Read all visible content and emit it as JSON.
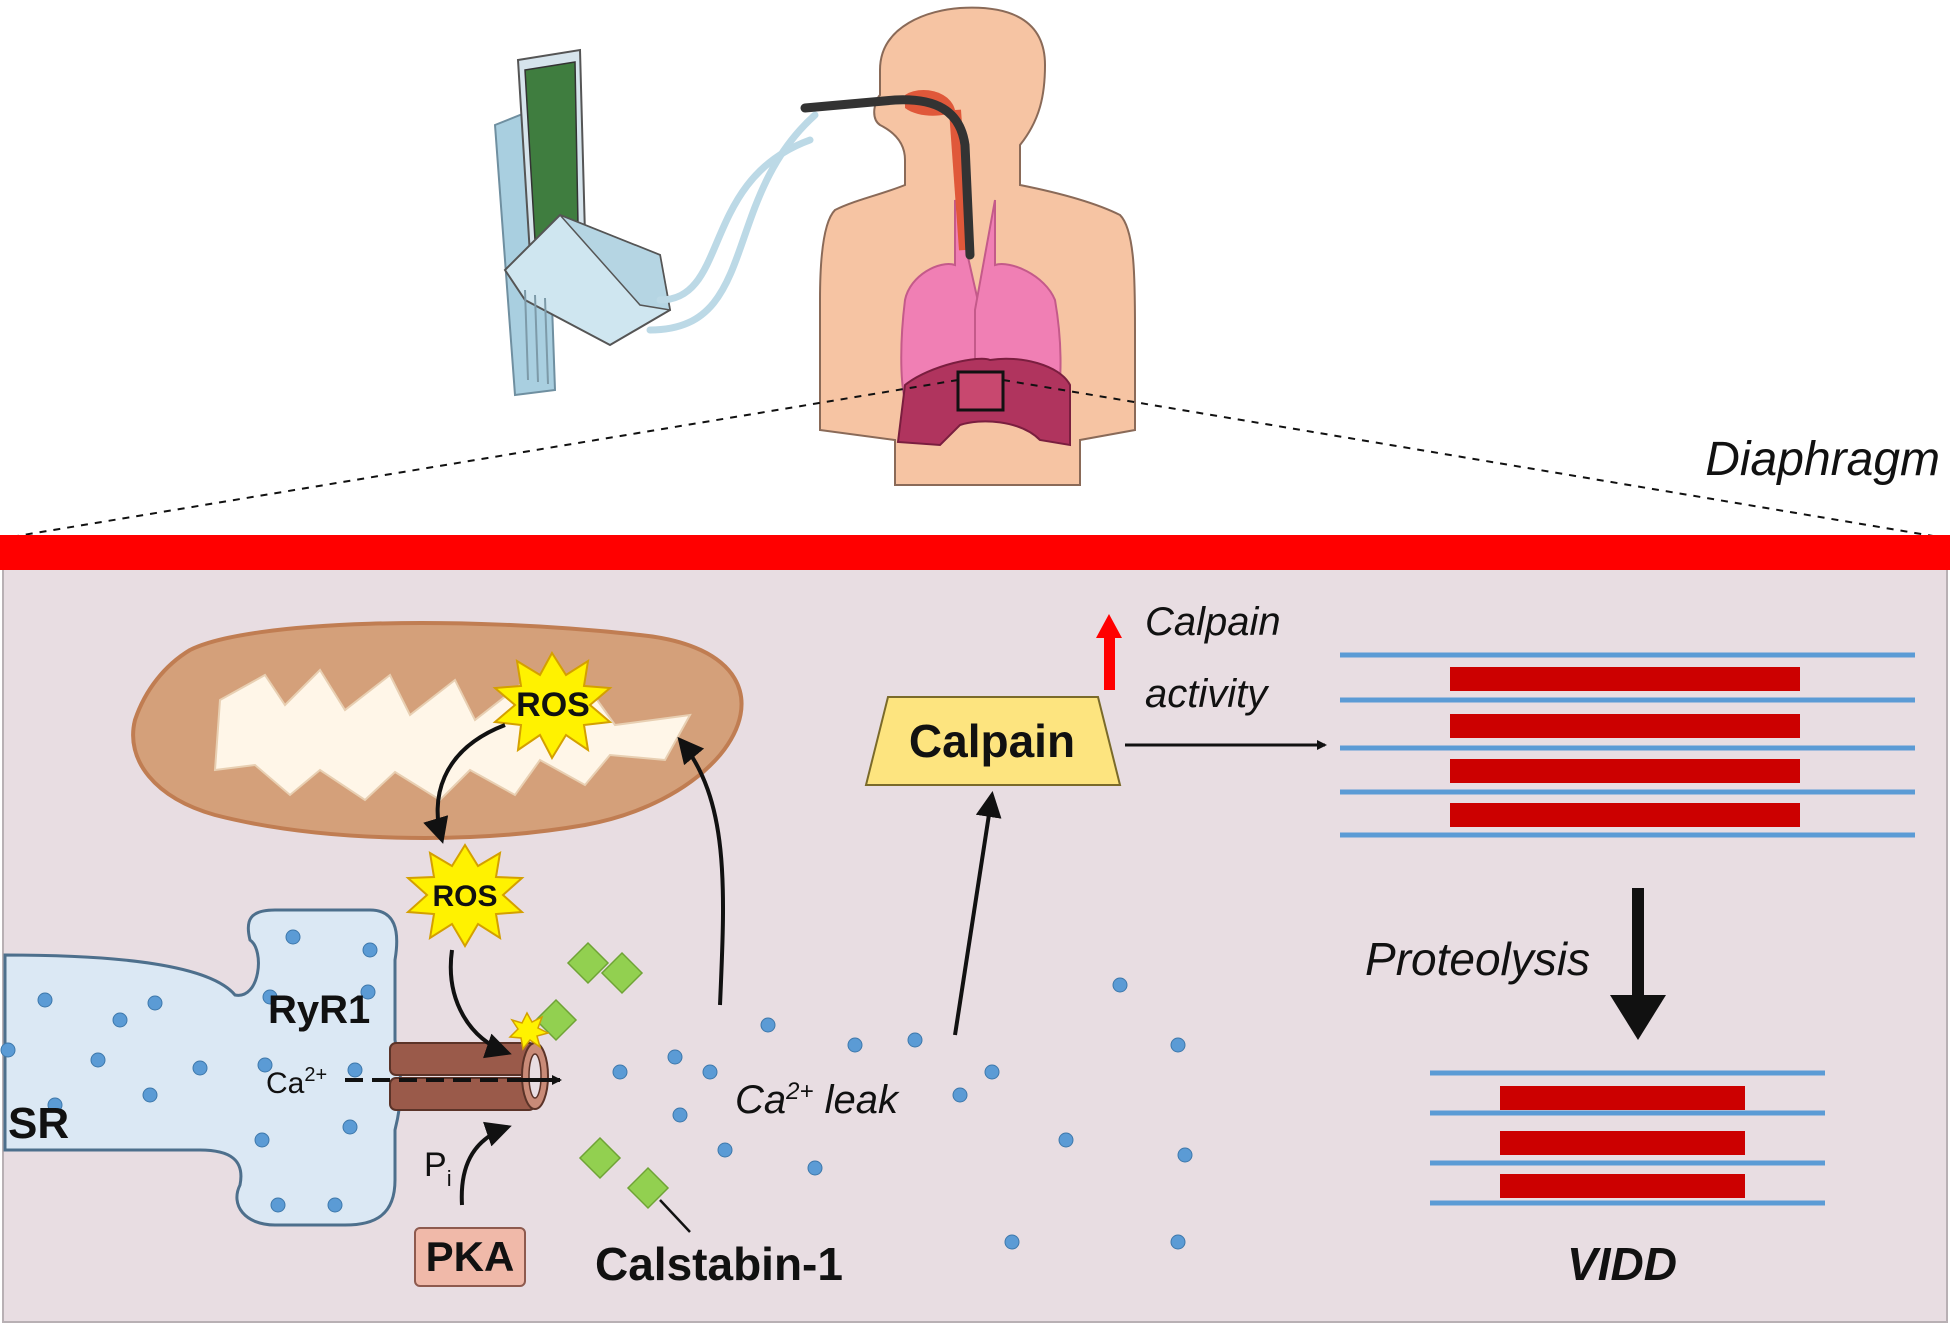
{
  "labels": {
    "diaphragm": "Diaphragm",
    "ros_mito": "ROS",
    "ros_ryr": "ROS",
    "ryr1": "RyR1",
    "sr": "SR",
    "ca": "Ca",
    "ca_sup": "2+",
    "p": "P",
    "p_sub": "i",
    "pka": "PKA",
    "calstabin": "Calstabin-1",
    "leak_ca": "Ca",
    "leak_sup": "2+",
    "leak_rest": " leak",
    "calpain": "Calpain",
    "calpain_activity_1": "Calpain",
    "calpain_activity_2": "activity",
    "proteolysis": "Proteolysis",
    "vidd": "VIDD"
  },
  "colors": {
    "cell_bg": "#e8dde2",
    "membrane": "#ff0000",
    "sr_fill": "#dbe8f4",
    "mito_fill": "#d4a07a",
    "ros_fill": "#fff200",
    "calpain_fill": "#fde47f",
    "pka_fill": "#f0b9a9",
    "ca_dot": "#5b9bd5",
    "calstabin": "#92d050",
    "sarcomere_line": "#5b9bd5",
    "myofilament": "#cc0000",
    "skin": "#f6c4a3",
    "lung": "#f07fb4",
    "diaphragm_tissue": "#b0345e",
    "ventilator_screen": "#3f7d3f"
  }
}
